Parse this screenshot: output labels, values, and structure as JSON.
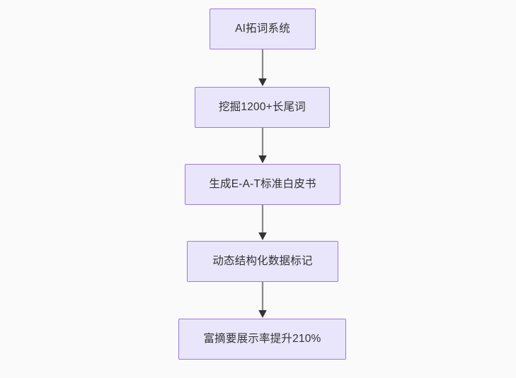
{
  "diagram": {
    "type": "flowchart",
    "direction": "top-to-bottom",
    "background_color": "#fafafa",
    "node_fill_color": "#e9e5fa",
    "node_border_color": "#9c7ae0",
    "node_text_color": "#333333",
    "edge_color": "#888888",
    "arrowhead_color": "#333333",
    "nodes": [
      {
        "id": "n0",
        "label": "AI拓词系统"
      },
      {
        "id": "n1",
        "label": "挖掘1200+长尾词"
      },
      {
        "id": "n2",
        "label": "生成E-A-T标准白皮书"
      },
      {
        "id": "n3",
        "label": "动态结构化数据标记"
      },
      {
        "id": "n4",
        "label": "富摘要展示率提升210%"
      }
    ],
    "edges": [
      {
        "id": "e0",
        "from": "n0",
        "to": "n1",
        "label": ""
      },
      {
        "id": "e1",
        "from": "n1",
        "to": "n2",
        "label": ""
      },
      {
        "id": "e2",
        "from": "n2",
        "to": "n3",
        "label": ""
      },
      {
        "id": "e3",
        "from": "n3",
        "to": "n4",
        "label": ""
      }
    ]
  }
}
